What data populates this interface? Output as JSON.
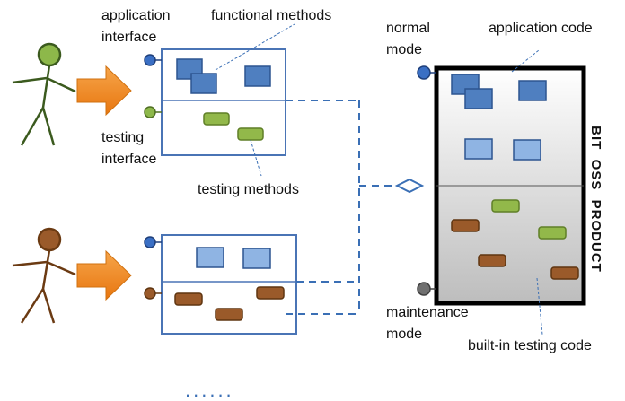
{
  "labels": {
    "application_interface_1": "application",
    "application_interface_2": "interface",
    "functional_methods": "functional methods",
    "testing_interface_1": "testing",
    "testing_interface_2": "interface",
    "testing_methods": "testing methods",
    "normal_mode_1": "normal",
    "normal_mode_2": "mode",
    "application_code": "application code",
    "maintenance_mode_1": "maintenance",
    "maintenance_mode_2": "mode",
    "built_in_testing_code": "built-in testing code",
    "product": "BIT  OSS  PRODUCT",
    "ellipsis": "......"
  },
  "colors": {
    "green_figure": "#8db84a",
    "green_figure_stroke": "#3b5a1e",
    "brown_figure": "#9a5a2a",
    "brown_figure_stroke": "#6b3a12",
    "arrow_orange": "#f28a1e",
    "blue_box": "#4f7fc0",
    "light_blue_box": "#8fb4e3",
    "green_box": "#92b84a",
    "brown_box": "#9a5a2a",
    "frame_blue": "#4a74b5",
    "port_blue": "#3a6fc4",
    "port_gray": "#707070",
    "dash_blue": "#3a6fb5"
  }
}
